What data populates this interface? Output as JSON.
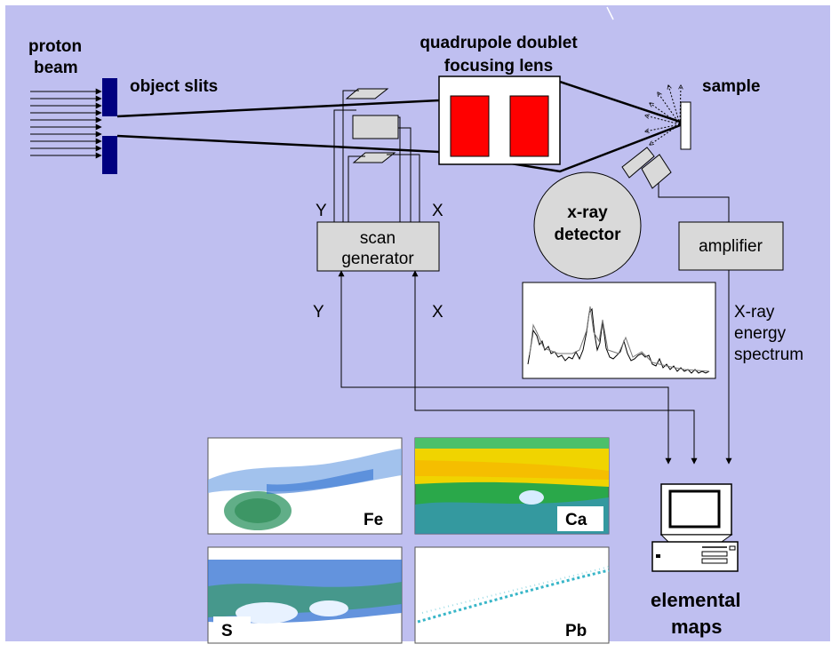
{
  "labels": {
    "proton_beam_line1": "proton",
    "proton_beam_line2": "beam",
    "object_slits": "object slits",
    "lens_line1": "quadrupole doublet",
    "lens_line2": "focusing lens",
    "sample": "sample",
    "scan_gen_line1": "scan",
    "scan_gen_line2": "generator",
    "y_top": "Y",
    "x_top": "X",
    "y_bottom": "Y",
    "x_bottom": "X",
    "detector_line1": "x-ray",
    "detector_line2": "detector",
    "amplifier": "amplifier",
    "spectrum_line1": "X-ray",
    "spectrum_line2": "energy",
    "spectrum_line3": "spectrum",
    "maps_line1": "elemental",
    "maps_line2": "maps"
  },
  "maps": [
    {
      "element": "Fe"
    },
    {
      "element": "Ca"
    },
    {
      "element": "S"
    },
    {
      "element": "Pb"
    }
  ],
  "colors": {
    "background": "#bfbff0",
    "lens_red": "#ff0000",
    "slit_navy": "#000080",
    "box_gray": "#d9d9d9"
  }
}
